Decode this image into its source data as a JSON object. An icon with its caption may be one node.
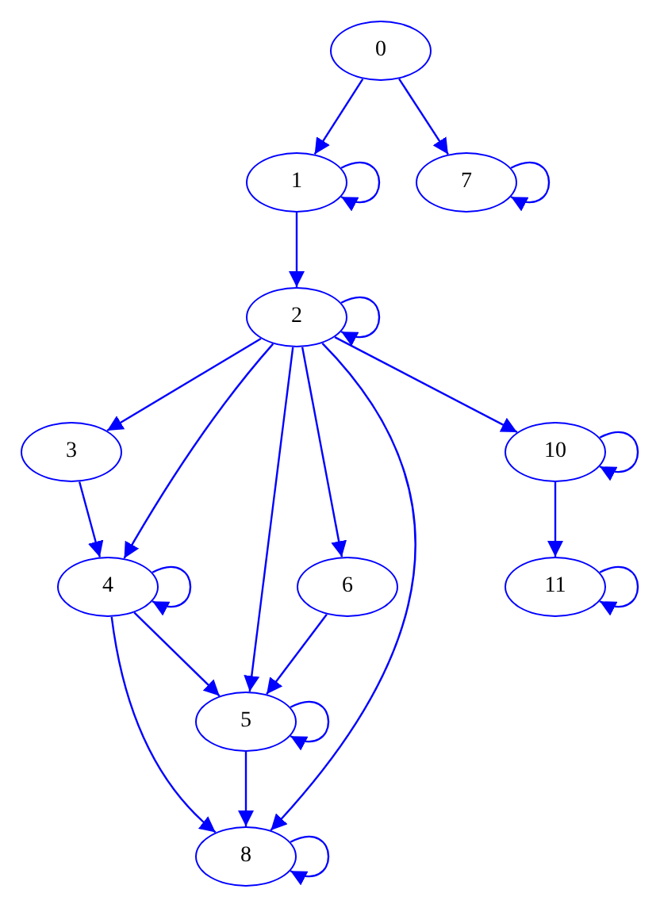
{
  "diagram": {
    "nodes": [
      {
        "text": [
          "0"
        ]
      },
      {
        "text": [
          "1"
        ]
      },
      {
        "text": [
          "7"
        ]
      },
      {
        "text": [
          "2"
        ]
      },
      {
        "text": [
          "3"
        ]
      },
      {
        "text": [
          "10"
        ]
      },
      {
        "text": [
          "4"
        ]
      },
      {
        "text": [
          "6"
        ]
      },
      {
        "text": [
          "11"
        ]
      },
      {
        "text": [
          "5"
        ]
      },
      {
        "text": [
          "8"
        ]
      }
    ],
    "edges": [
      {
        "from": 0,
        "to": 1,
        "arrow": "to"
      },
      {
        "from": 0,
        "to": 2,
        "arrow": "to"
      },
      {
        "from": 1,
        "to": 1,
        "arrow": "to"
      },
      {
        "from": 2,
        "to": 2,
        "arrow": "to"
      },
      {
        "from": 1,
        "to": 3,
        "arrow": "to"
      },
      {
        "from": 3,
        "to": 3,
        "arrow": "to"
      },
      {
        "from": 3,
        "to": 4,
        "arrow": "to"
      },
      {
        "from": 3,
        "to": 6,
        "arrow": "to"
      },
      {
        "from": 3,
        "to": 9,
        "arrow": "to"
      },
      {
        "from": 3,
        "to": 7,
        "arrow": "to"
      },
      {
        "from": 3,
        "to": 10,
        "arrow": "to"
      },
      {
        "from": 3,
        "to": 5,
        "arrow": "to"
      },
      {
        "from": 4,
        "to": 6,
        "arrow": "to"
      },
      {
        "from": 6,
        "to": 6,
        "arrow": "to"
      },
      {
        "from": 6,
        "to": 9,
        "arrow": "to"
      },
      {
        "from": 6,
        "to": 10,
        "arrow": "to"
      },
      {
        "from": 7,
        "to": 9,
        "arrow": "to"
      },
      {
        "from": 9,
        "to": 9,
        "arrow": "to"
      },
      {
        "from": 9,
        "to": 10,
        "arrow": "to"
      },
      {
        "from": 10,
        "to": 10,
        "arrow": "to"
      },
      {
        "from": 5,
        "to": 5,
        "arrow": "to"
      },
      {
        "from": 5,
        "to": 8,
        "arrow": "to"
      },
      {
        "from": 8,
        "to": 8,
        "arrow": "to"
      }
    ]
  }
}
